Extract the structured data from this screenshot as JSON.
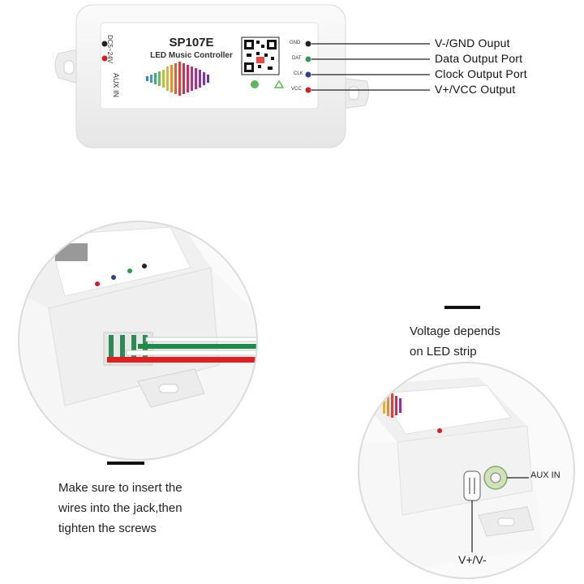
{
  "controller": {
    "model": "SP107E",
    "subtitle": "LED Music Controller",
    "power_label": "DC5~24V",
    "aux_label": "AUX IN",
    "pins": [
      "GND",
      "DAT",
      "CLK",
      "VCC"
    ]
  },
  "callouts": [
    {
      "text": "V-/GND Ouput",
      "color": "#222222"
    },
    {
      "text": "Data Output Port",
      "color": "#2e9e4f"
    },
    {
      "text": "Clock Output Port",
      "color": "#2a3f9a"
    },
    {
      "text": "V+/VCC Output",
      "color": "#d42020"
    }
  ],
  "left_detail": {
    "caption_lines": [
      "Make sure to insert the",
      "wires into the jack,then",
      "tighten the screws"
    ]
  },
  "right_detail": {
    "caption_lines": [
      "Voltage  depends",
      "on LED strip"
    ],
    "aux_label": "AUX IN",
    "power_label": "V+/V-"
  },
  "colors": {
    "case": "#f2f2f2",
    "wire_red": "#e02020",
    "wire_green": "#1e8a4a",
    "wire_white": "#ffffff"
  }
}
